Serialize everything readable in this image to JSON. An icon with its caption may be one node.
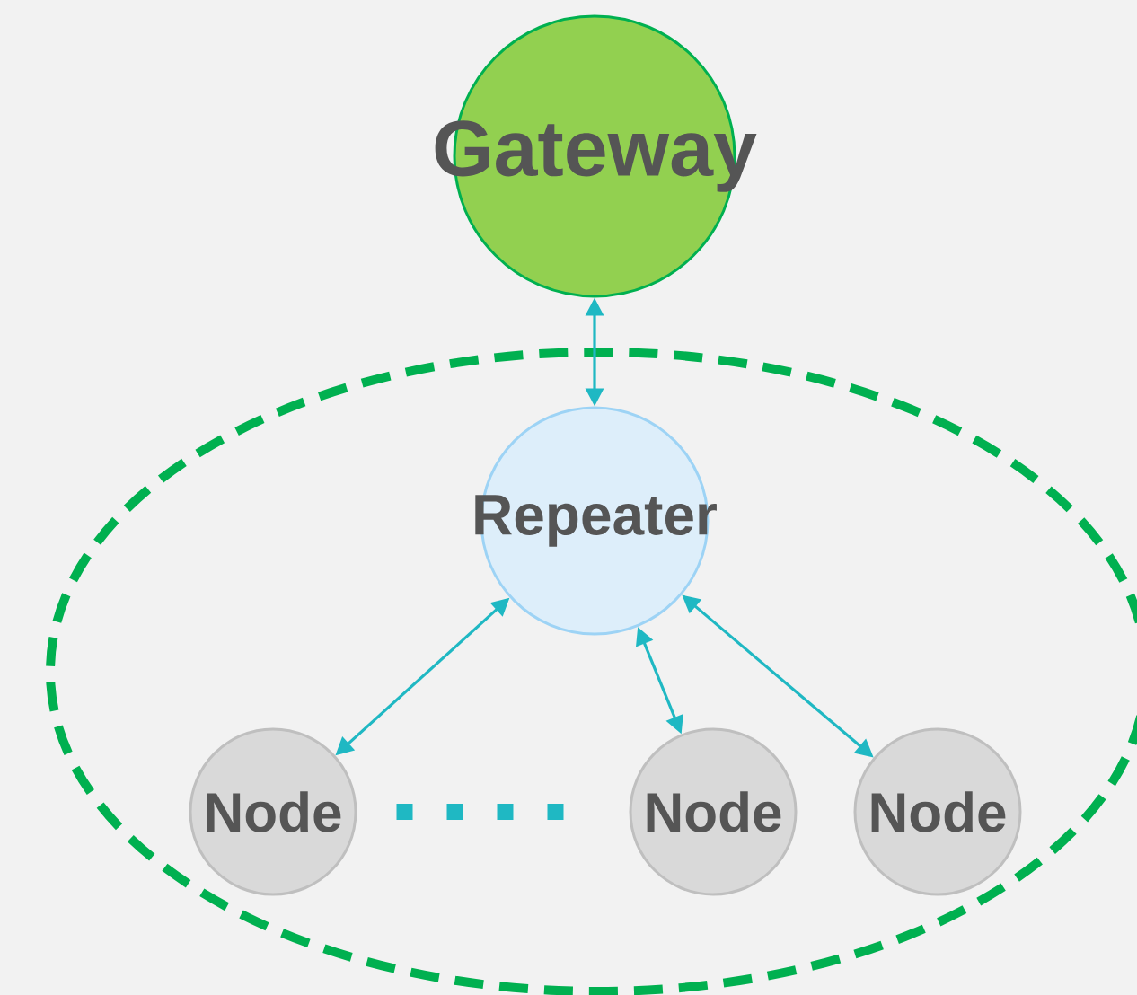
{
  "diagram": {
    "nodes": [
      {
        "text": [
          "Gateway"
        ]
      },
      {
        "text": [
          "Repeater"
        ]
      },
      {
        "text": [
          "Node"
        ]
      },
      {
        "text": [
          "Node"
        ]
      },
      {
        "text": [
          "Node"
        ]
      }
    ],
    "edges": [
      {
        "from": 0,
        "to": 1,
        "arrow": "both"
      },
      {
        "from": 1,
        "to": 2,
        "arrow": "both"
      },
      {
        "from": 1,
        "to": 3,
        "arrow": "both"
      },
      {
        "from": 1,
        "to": 4,
        "arrow": "both"
      },
      {
        "from": 2,
        "to": 3,
        "arrow": "none",
        "style": "dashed"
      }
    ]
  }
}
